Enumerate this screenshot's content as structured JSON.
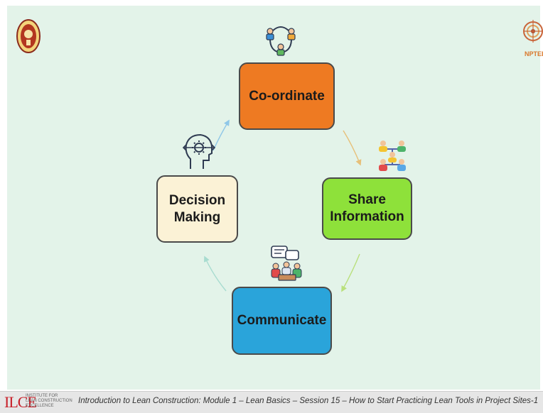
{
  "header": {
    "left_logo": "iit-madras-emblem",
    "right_logo": "nptel-logo",
    "right_logo_text": "NPTEL"
  },
  "diagram": {
    "nodes": [
      {
        "id": "coordinate",
        "label": "Co-ordinate",
        "color": "#ee7a22",
        "icon": "people-network-icon"
      },
      {
        "id": "share",
        "label": "Share\nInformation",
        "color": "#8ee13a",
        "icon": "org-chart-people-icon"
      },
      {
        "id": "communicate",
        "label": "Communicate",
        "color": "#2aa4da",
        "icon": "team-meeting-chat-icon"
      },
      {
        "id": "decision",
        "label": "Decision\nMaking",
        "color": "#fbf2d6",
        "icon": "head-gear-arrows-icon"
      }
    ],
    "arrow_colors": [
      "#e7c079",
      "#b9e07c",
      "#a8dcd0",
      "#8fc7e8"
    ],
    "background": "#e3f3e9"
  },
  "footer": {
    "logo_mark": "ILCE",
    "logo_lines": [
      "INSTITUTE FOR",
      "LEAN CONSTRUCTION",
      "EXCELLENCE"
    ],
    "text": "Introduction to Lean Construction: Module 1 – Lean Basics – Session 15 – How to Start Practicing Lean Tools in Project Sites-1"
  }
}
